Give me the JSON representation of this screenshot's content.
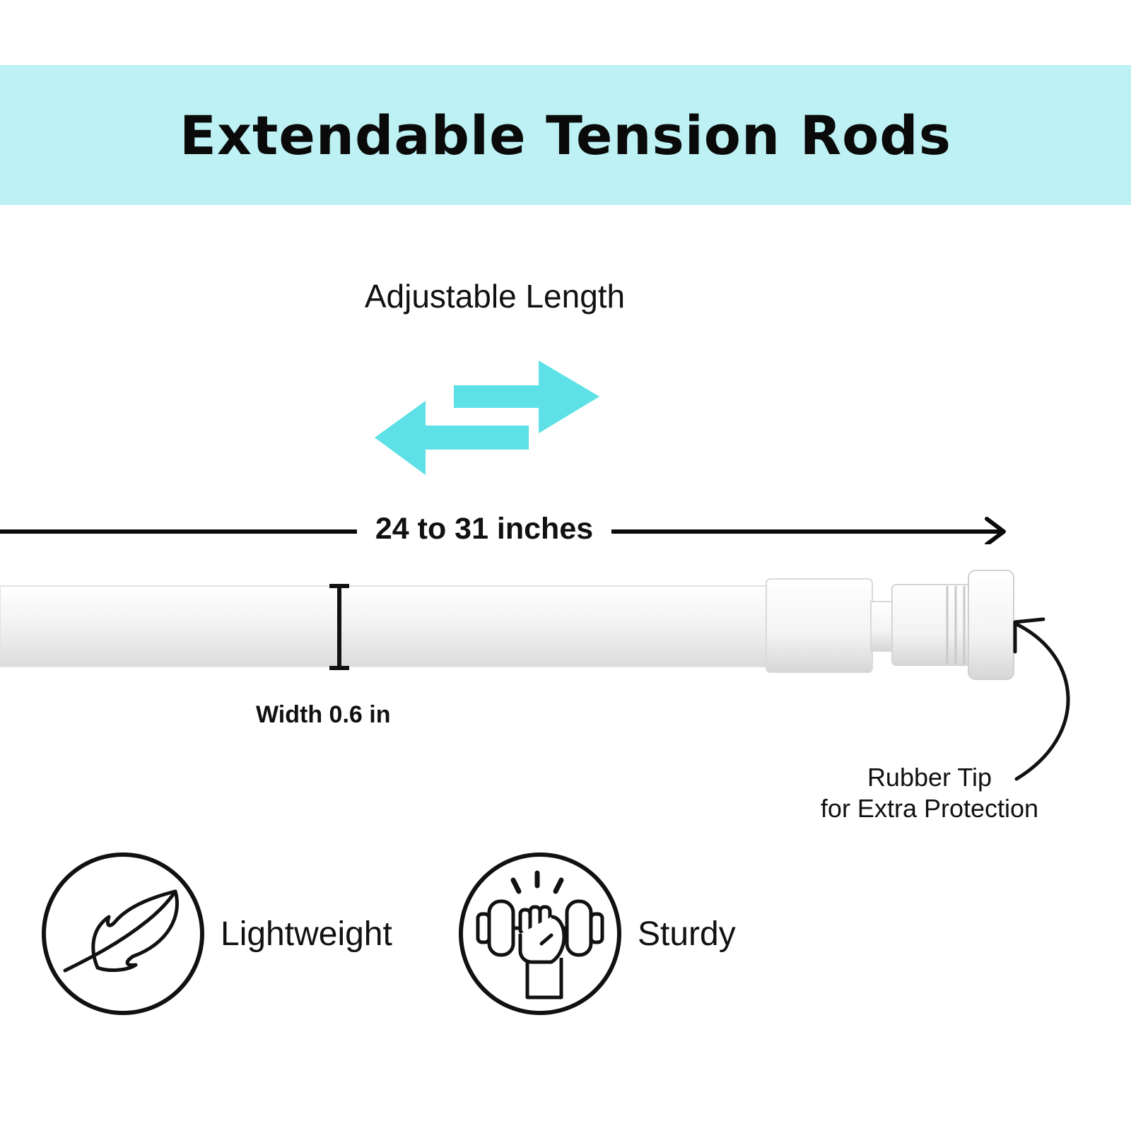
{
  "header": {
    "title": "Extendable Tension Rods"
  },
  "adjustable": {
    "label": "Adjustable Length"
  },
  "measurement": {
    "length_label": "24 to 31 inches"
  },
  "rod": {
    "width_label": "Width 0.6 in",
    "rod_color": "#f1f1f1"
  },
  "tip": {
    "line1": "Rubber Tip",
    "line2": "for Extra Protection"
  },
  "features": [
    {
      "label": "Lightweight",
      "icon": "feather-icon"
    },
    {
      "label": "Sturdy",
      "icon": "dumbbell-fist-icon"
    }
  ],
  "colors": {
    "banner": "#bdf1f4",
    "accent_arrows": "#5ee1e6",
    "text": "#111111"
  }
}
